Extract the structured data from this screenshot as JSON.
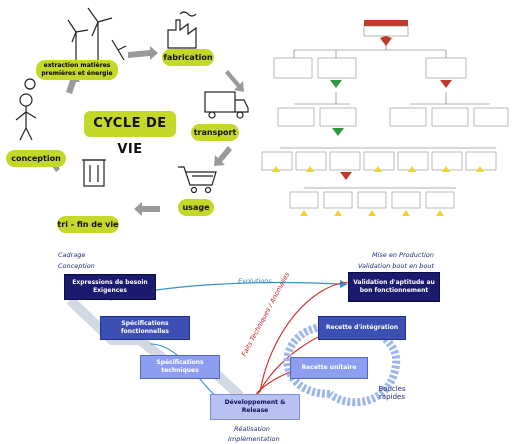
{
  "cycle": {
    "center": "CYCLE DE VIE",
    "extraction": "extraction matières premières et énergie",
    "fabrication": "fabrication",
    "transport": "transport",
    "usage": "usage",
    "fin": "tri - fin de vie",
    "conception": "conception",
    "accent": "#c4d82a"
  },
  "vcycle": {
    "left_top_labels": [
      "Cadrage",
      "Conception"
    ],
    "right_top_labels": [
      "Mise en Production",
      "Validation bout en bout"
    ],
    "bottom_labels": [
      "Réalisation",
      "Implémentation"
    ],
    "boxes": {
      "exigences": "Expressions de besoin Exigences",
      "spec_fonc": "Spécifications fonctionnelles",
      "spec_tech": "Spécifications techniques",
      "dev": "Développement & Release",
      "validation": "Validation d'aptitude au bon fonctionnement",
      "integration": "Recette d'intégration",
      "unitaire": "Recette unitaire"
    },
    "evolutions": "Evolutions",
    "faits": "Faits Techniques / Anomalies",
    "boucles": "Boucles rapides"
  }
}
